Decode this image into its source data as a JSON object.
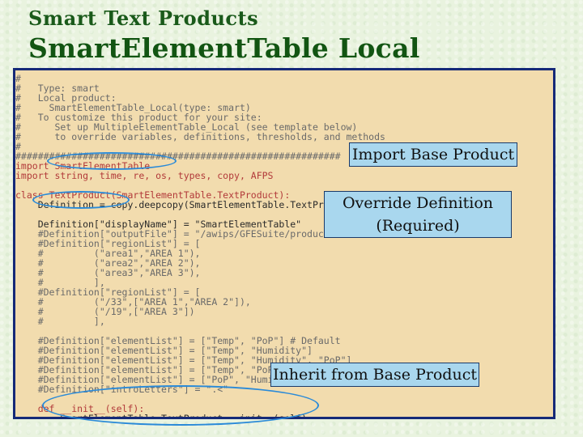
{
  "slide": {
    "title_line1": "Smart Text Products",
    "title_line2": "SmartElementTable Local"
  },
  "code": {
    "lines": [
      "#",
      "#   Type: smart",
      "#   Local product:",
      "#     SmartElementTable_Local(type: smart)",
      "#   To customize this product for your site:",
      "#      Set up MultipleElementTable_Local (see template below)",
      "#      to override variables, definitions, thresholds, and methods",
      "#",
      "##########################################################",
      "import SmartElementTable",
      "import string, time, re, os, types, copy, AFPS",
      "",
      "class TextProduct(SmartElementTable.TextProduct):",
      "    Definition = copy.deepcopy(SmartElementTable.TextProduct.Definition)",
      "",
      "    Definition[\"displayName\"] = \"SmartElementTable\"",
      "    #Definition[\"outputFile\"] = \"/awips/GFESuite/products/TEXT/SmartElementTable.txt\"",
      "    #Definition[\"regionList\"] = [",
      "    #         (\"area1\",\"AREA 1\"),",
      "    #         (\"area2\",\"AREA 2\"),",
      "    #         (\"area3\",\"AREA 3\"),",
      "    #         ],",
      "    #Definition[\"regionList\"] = [",
      "    #         (\"/33\",[\"AREA 1\",\"AREA 2\"]),",
      "    #         (\"/19\",[\"AREA 3\"])",
      "    #         ],",
      "",
      "    #Definition[\"elementList\"] = [\"Temp\", \"PoP\"] # Default",
      "    #Definition[\"elementList\"] = [\"Temp\", \"Humidity\"]",
      "    #Definition[\"elementList\"] = [\"Temp\", \"Humidity\", \"PoP\"]",
      "    #Definition[\"elementList\"] = [\"Temp\", \"PoP\", \"Humidity\"]",
      "    #Definition[\"elementList\"] = [\"PoP\", \"Humidity\", \"Temp\"]",
      "    #Definition[\"introLetters\"] = \".<\"",
      "",
      "    def __init__(self):",
      "        SmartElementTable.TextProduct.__init__(self)"
    ]
  },
  "callouts": {
    "import_base": "Import Base Product",
    "override_def_1": "Override Definition",
    "override_def_2": "(Required)",
    "inherit_base": "Inherit from Base Product"
  },
  "colors": {
    "code_background": "#f2dcae",
    "panel_border": "#162a78",
    "callout_fill": "#a9d7ee",
    "ellipse_stroke": "#2a8ad8",
    "title_green": "#125512"
  }
}
